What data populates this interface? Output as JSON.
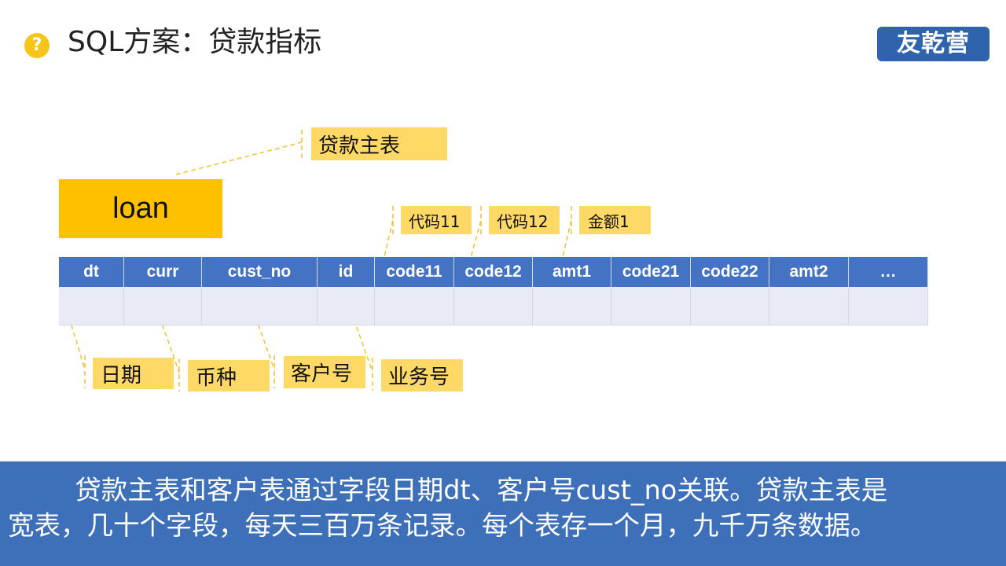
{
  "slide": {
    "title_icon": "?",
    "title": "SQL方案：贷款指标",
    "logo_text": "友乾营",
    "colors": {
      "accent_blue": "#3d70b9",
      "table_header": "#4573c4",
      "label_yellow": "#fed966",
      "loan_box": "#ffc000",
      "connector": "#f2c230"
    }
  },
  "diagram": {
    "table_name": "loan",
    "table_label": "贷款主表",
    "columns": [
      "dt",
      "curr",
      "cust_no",
      "id",
      "code11",
      "code12",
      "amt1",
      "code21",
      "code22",
      "amt2",
      "…"
    ],
    "top_annotations": [
      "代码11",
      "代码12",
      "金额1"
    ],
    "bottom_annotations": [
      "日期",
      "币种",
      "客户号",
      "业务号"
    ]
  },
  "banner": {
    "line1": "        贷款主表和客户表通过字段日期dt、客户号cust_no关联。贷款主表是",
    "line2": "宽表，几十个字段，每天三百万条记录。每个表存一个月，九千万条数据。"
  }
}
